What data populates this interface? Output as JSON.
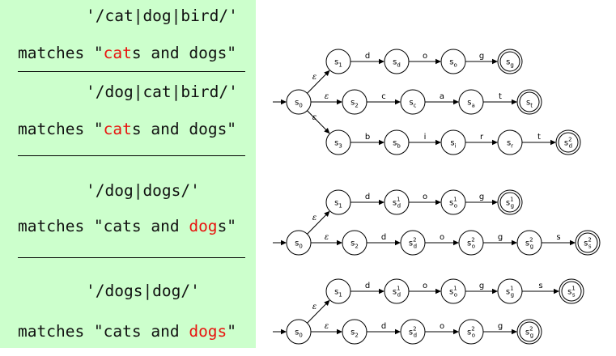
{
  "examples": [
    {
      "pattern": "'/cat|dog|bird/'",
      "match_prefix": "matches \"",
      "match_highlight": "cat",
      "match_suffix": "s and dogs\""
    },
    {
      "pattern": "'/dog|cat|bird/'",
      "match_prefix": "matches \"",
      "match_highlight": "cat",
      "match_suffix": "s and dogs\""
    },
    {
      "pattern": "'/dog|dogs/'",
      "match_prefix": "matches \"cats and ",
      "match_highlight": "dog",
      "match_suffix": "s\""
    },
    {
      "pattern": "'/dogs|dog/'",
      "match_prefix": "matches \"cats and ",
      "match_highlight": "dogs",
      "match_suffix": "\""
    }
  ],
  "colors": {
    "panel": "#ccffcc",
    "highlight": "#e8140f"
  },
  "epsilon": "ε",
  "automata": [
    {
      "states": [
        {
          "id": "a0",
          "base": "s",
          "sub": "0",
          "sup": ""
        },
        {
          "id": "a1",
          "base": "s",
          "sub": "1",
          "sup": ""
        },
        {
          "id": "a2",
          "base": "s",
          "sub": "d",
          "sup": ""
        },
        {
          "id": "a3",
          "base": "s",
          "sub": "o",
          "sup": ""
        },
        {
          "id": "a4",
          "base": "s",
          "sub": "g",
          "sup": "",
          "accept": true
        },
        {
          "id": "a5",
          "base": "s",
          "sub": "2",
          "sup": ""
        },
        {
          "id": "a6",
          "base": "s",
          "sub": "c",
          "sup": ""
        },
        {
          "id": "a7",
          "base": "s",
          "sub": "a",
          "sup": ""
        },
        {
          "id": "a8",
          "base": "s",
          "sub": "t",
          "sup": "",
          "accept": true
        },
        {
          "id": "a9",
          "base": "s",
          "sub": "3",
          "sup": ""
        },
        {
          "id": "a10",
          "base": "s",
          "sub": "b",
          "sup": ""
        },
        {
          "id": "a11",
          "base": "s",
          "sub": "i",
          "sup": ""
        },
        {
          "id": "a12",
          "base": "s",
          "sub": "r",
          "sup": ""
        },
        {
          "id": "a13",
          "base": "s",
          "sub": "d",
          "sup": "2",
          "accept": true
        }
      ],
      "edges": [
        {
          "from": "a0",
          "to": "a1",
          "label": "ε"
        },
        {
          "from": "a1",
          "to": "a2",
          "label": "d"
        },
        {
          "from": "a2",
          "to": "a3",
          "label": "o"
        },
        {
          "from": "a3",
          "to": "a4",
          "label": "g"
        },
        {
          "from": "a0",
          "to": "a5",
          "label": "ε"
        },
        {
          "from": "a5",
          "to": "a6",
          "label": "c"
        },
        {
          "from": "a6",
          "to": "a7",
          "label": "a"
        },
        {
          "from": "a7",
          "to": "a8",
          "label": "t"
        },
        {
          "from": "a0",
          "to": "a9",
          "label": "ε"
        },
        {
          "from": "a9",
          "to": "a10",
          "label": "b"
        },
        {
          "from": "a10",
          "to": "a11",
          "label": "i"
        },
        {
          "from": "a11",
          "to": "a12",
          "label": "r"
        },
        {
          "from": "a12",
          "to": "a13",
          "label": "t"
        }
      ]
    },
    {
      "states": [
        {
          "id": "b0",
          "base": "s",
          "sub": "0",
          "sup": ""
        },
        {
          "id": "b1",
          "base": "s",
          "sub": "1",
          "sup": ""
        },
        {
          "id": "b2",
          "base": "s",
          "sub": "d",
          "sup": "1"
        },
        {
          "id": "b3",
          "base": "s",
          "sub": "o",
          "sup": "1"
        },
        {
          "id": "b4",
          "base": "s",
          "sub": "g",
          "sup": "1",
          "accept": true
        },
        {
          "id": "b5",
          "base": "s",
          "sub": "2",
          "sup": ""
        },
        {
          "id": "b6",
          "base": "s",
          "sub": "d",
          "sup": "2"
        },
        {
          "id": "b7",
          "base": "s",
          "sub": "o",
          "sup": "2"
        },
        {
          "id": "b8",
          "base": "s",
          "sub": "g",
          "sup": "2"
        },
        {
          "id": "b9",
          "base": "s",
          "sub": "s",
          "sup": "2",
          "accept": true
        }
      ],
      "edges": [
        {
          "from": "b0",
          "to": "b1",
          "label": "ε"
        },
        {
          "from": "b1",
          "to": "b2",
          "label": "d"
        },
        {
          "from": "b2",
          "to": "b3",
          "label": "o"
        },
        {
          "from": "b3",
          "to": "b4",
          "label": "g"
        },
        {
          "from": "b0",
          "to": "b5",
          "label": "ε"
        },
        {
          "from": "b5",
          "to": "b6",
          "label": "d"
        },
        {
          "from": "b6",
          "to": "b7",
          "label": "o"
        },
        {
          "from": "b7",
          "to": "b8",
          "label": "g"
        },
        {
          "from": "b8",
          "to": "b9",
          "label": "s"
        }
      ]
    },
    {
      "states": [
        {
          "id": "c0",
          "base": "s",
          "sub": "0",
          "sup": ""
        },
        {
          "id": "c1",
          "base": "s",
          "sub": "1",
          "sup": ""
        },
        {
          "id": "c2",
          "base": "s",
          "sub": "d",
          "sup": "1"
        },
        {
          "id": "c3",
          "base": "s",
          "sub": "o",
          "sup": "1"
        },
        {
          "id": "c4",
          "base": "s",
          "sub": "g",
          "sup": "1"
        },
        {
          "id": "c5",
          "base": "s",
          "sub": "s",
          "sup": "1",
          "accept": true
        },
        {
          "id": "c6",
          "base": "s",
          "sub": "2",
          "sup": ""
        },
        {
          "id": "c7",
          "base": "s",
          "sub": "d",
          "sup": "2"
        },
        {
          "id": "c8",
          "base": "s",
          "sub": "o",
          "sup": "2"
        },
        {
          "id": "c9",
          "base": "s",
          "sub": "g",
          "sup": "2",
          "accept": true
        }
      ],
      "edges": [
        {
          "from": "c0",
          "to": "c1",
          "label": "ε"
        },
        {
          "from": "c1",
          "to": "c2",
          "label": "d"
        },
        {
          "from": "c2",
          "to": "c3",
          "label": "o"
        },
        {
          "from": "c3",
          "to": "c4",
          "label": "g"
        },
        {
          "from": "c4",
          "to": "c5",
          "label": "s"
        },
        {
          "from": "c0",
          "to": "c6",
          "label": "ε"
        },
        {
          "from": "c6",
          "to": "c7",
          "label": "d"
        },
        {
          "from": "c7",
          "to": "c8",
          "label": "o"
        },
        {
          "from": "c8",
          "to": "c9",
          "label": "g"
        }
      ]
    }
  ]
}
